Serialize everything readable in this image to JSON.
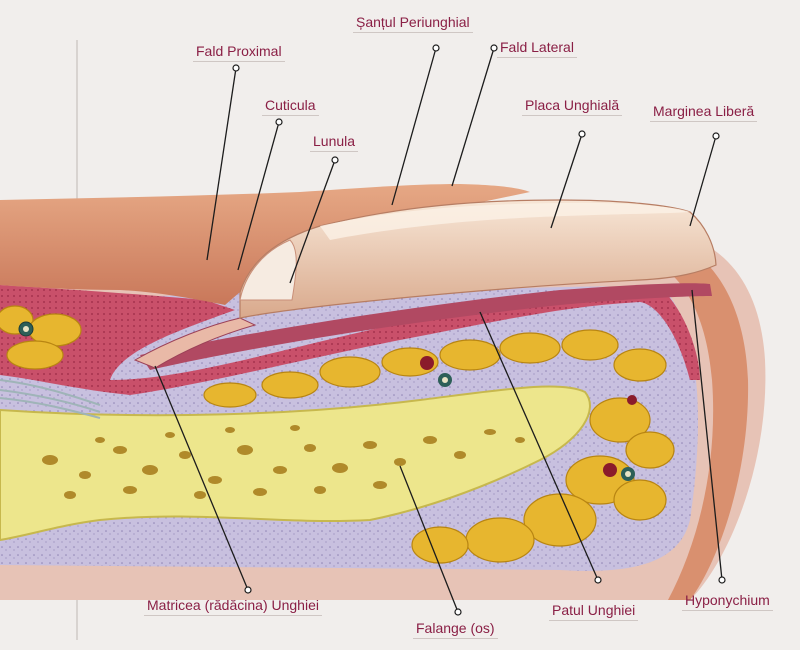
{
  "diagram": {
    "colors": {
      "label_text": "#8a1f45",
      "leader_line": "#1c1c1c",
      "skin": "#d98e6c",
      "nail_plate": "#f3dcc8",
      "dermis": "#c8506a",
      "fat": "#e6b833",
      "bone": "#ece58a",
      "connective": "#b5abd0"
    },
    "labels": {
      "santul": "Șanțul Periunghial",
      "fald_proximal": "Fald Proximal",
      "fald_lateral": "Fald Lateral",
      "cuticula": "Cuticula",
      "placa": "Placa Unghială",
      "marginea": "Marginea Liberă",
      "lunula": "Lunula",
      "matricea": "Matricea (rădăcina) Unghiei",
      "falange": "Falange (os)",
      "patul": "Patul Unghiei",
      "hyponychium": "Hyponychium"
    }
  }
}
